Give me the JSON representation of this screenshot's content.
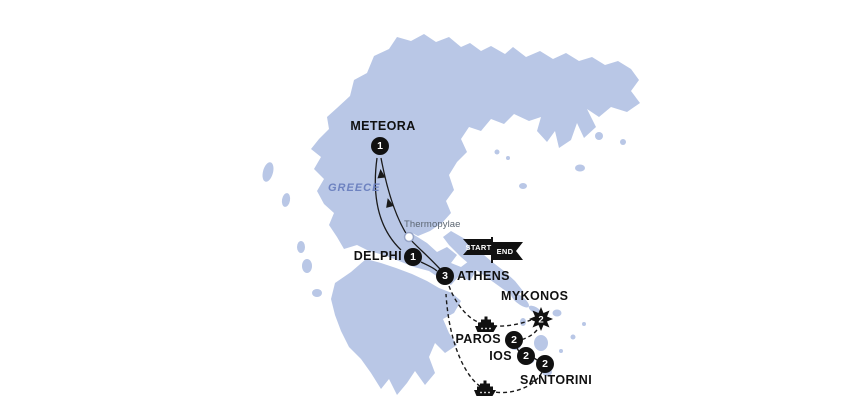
{
  "map": {
    "country_label": "GREECE",
    "colors": {
      "land": "#b9c7e6",
      "water": "#ffffff",
      "route": "#1a1a1a",
      "marker": "#111111",
      "marker_text": "#ffffff",
      "country_label_color": "#6d82c0",
      "minor_label_color": "#5c6672"
    },
    "flags": {
      "start": "START",
      "end": "END"
    },
    "locations": {
      "meteora": {
        "label": "METEORA",
        "nights": "1"
      },
      "thermopylae": {
        "label": "Thermopylae"
      },
      "delphi": {
        "label": "DELPHI",
        "nights": "1"
      },
      "athens": {
        "label": "ATHENS",
        "nights": "3"
      },
      "mykonos": {
        "label": "MYKONOS",
        "nights": "2"
      },
      "paros": {
        "label": "PAROS",
        "nights": "2"
      },
      "ios": {
        "label": "IOS",
        "nights": "2"
      },
      "santorini": {
        "label": "SANTORINI",
        "nights": "2"
      }
    }
  }
}
